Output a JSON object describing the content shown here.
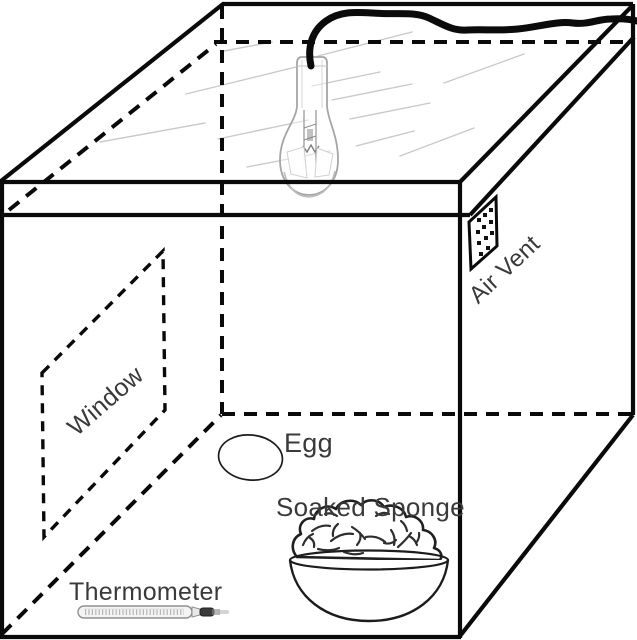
{
  "colors": {
    "background": "#ffffff",
    "line": "#0a0a0a",
    "label_text": "#3a3a3a",
    "streak": "#c9c9c9",
    "bulb_glass": "#a5a5a5",
    "cord": "#0b0b0b"
  },
  "labels": {
    "window": "Window",
    "egg": "Egg",
    "soaked_sponge": "Soaked Sponge",
    "thermometer": "Thermometer",
    "air_vent": "Air Vent"
  }
}
